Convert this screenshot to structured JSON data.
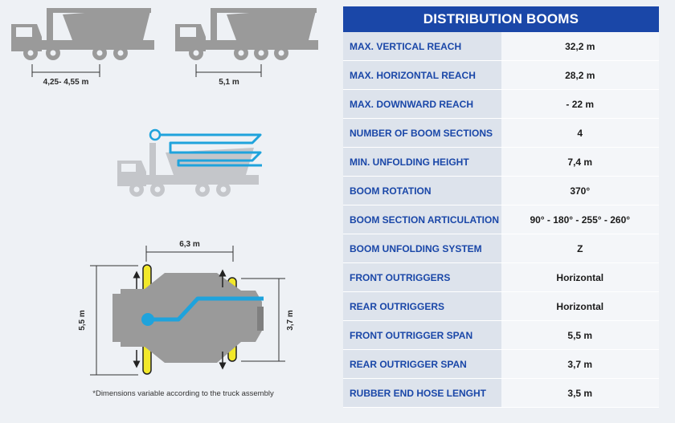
{
  "header": {
    "title": "DISTRIBUTION BOOMS"
  },
  "specs": [
    {
      "label": "MAX. VERTICAL REACH",
      "value": "32,2 m"
    },
    {
      "label": "MAX. HORIZONTAL REACH",
      "value": "28,2 m"
    },
    {
      "label": "MAX. DOWNWARD REACH",
      "value": "- 22 m"
    },
    {
      "label": "NUMBER OF BOOM SECTIONS",
      "value": "4"
    },
    {
      "label": "MIN. UNFOLDING HEIGHT",
      "value": "7,4 m"
    },
    {
      "label": "BOOM ROTATION",
      "value": "370°"
    },
    {
      "label": "BOOM SECTION ARTICULATION",
      "value": "90° - 180° - 255° - 260°"
    },
    {
      "label": "BOOM UNFOLDING SYSTEM",
      "value": "Z"
    },
    {
      "label": "FRONT OUTRIGGERS",
      "value": "Horizontal"
    },
    {
      "label": "REAR OUTRIGGERS",
      "value": "Horizontal"
    },
    {
      "label": "FRONT OUTRIGGER SPAN",
      "value": "5,5 m"
    },
    {
      "label": "REAR OUTRIGGER SPAN",
      "value": "3,7 m"
    },
    {
      "label": "RUBBER END HOSE LENGHT",
      "value": "3,5 m"
    }
  ],
  "diagram": {
    "truck1_wheelbase": "4,25- 4,55 m",
    "truck2_wheelbase": "5,1 m",
    "outrigger_spacing": "6,3 m",
    "front_span": "5,5 m",
    "rear_span": "3,7 m",
    "footnote": "*Dimensions variable according to the truck assembly"
  },
  "colors": {
    "header_blue": "#1a47a8",
    "label_blue": "#1a47a8",
    "truck_gray": "#9a9a9a",
    "boom_blue": "#1fa3dc",
    "outrigger_yellow": "#f2e82a"
  }
}
